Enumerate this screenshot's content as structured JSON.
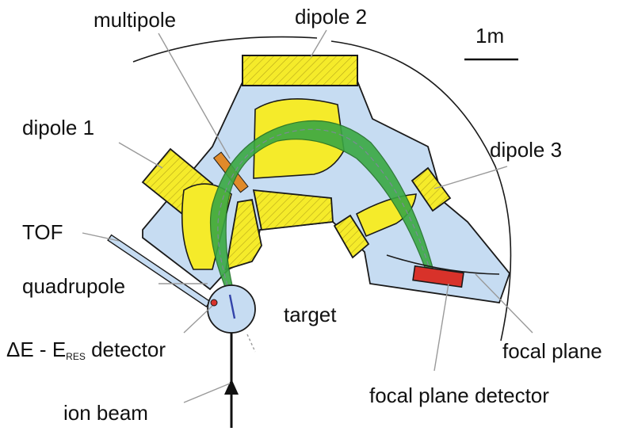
{
  "labels": {
    "multipole": "multipole",
    "dipole2": "dipole 2",
    "scale": "1m",
    "dipole1": "dipole 1",
    "dipole3": "dipole 3",
    "tof": "TOF",
    "quadrupole": "quadrupole",
    "target": "target",
    "detector_prefix": "ΔE - E",
    "detector_sub": "RES",
    "detector_suffix": " detector",
    "focal_plane": "focal plane",
    "focal_plane_detector": "focal plane detector",
    "ion_beam": "ion beam"
  },
  "colors": {
    "chamber": "#c6dcf2",
    "magnet": "#f5eb2a",
    "beam": "#3aa843",
    "detector": "#d8322a",
    "multipole": "#e08a2a",
    "outline": "#1a1a1a",
    "leader": "#9a9a9a"
  }
}
